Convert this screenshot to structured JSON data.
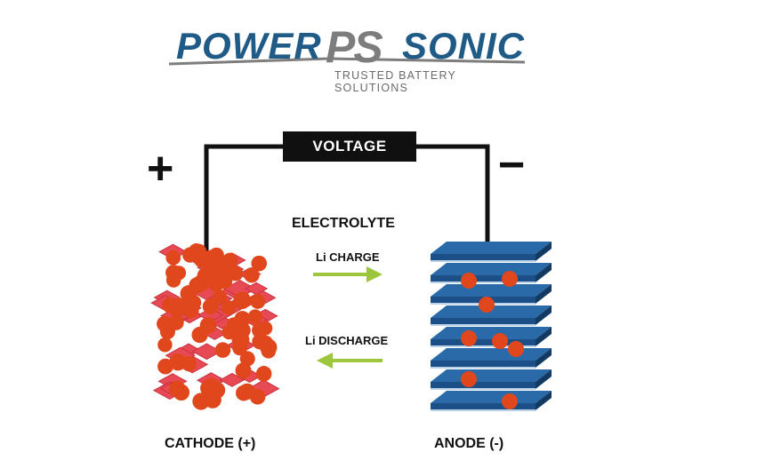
{
  "logo": {
    "word1": "POWER",
    "word2": "PS",
    "word3": "SONIC",
    "tagline": "TRUSTED BATTERY SOLUTIONS"
  },
  "diagram": {
    "voltage": "VOLTAGE",
    "positive_sign": "+",
    "negative_sign": "−",
    "electrolyte": "ELECTROLYTE",
    "charge": "Li CHARGE",
    "discharge": "Li DISCHARGE",
    "cathode": "CATHODE (+)",
    "anode": "ANODE (-)"
  },
  "colors": {
    "brand_blue": "#1f5b86",
    "brand_gray": "#7d7d7d",
    "ion_orange": "#e0471c",
    "cathode_red": "#e84a55",
    "anode_blue": "#1c4f86",
    "arrow_green": "#9cc63b"
  }
}
